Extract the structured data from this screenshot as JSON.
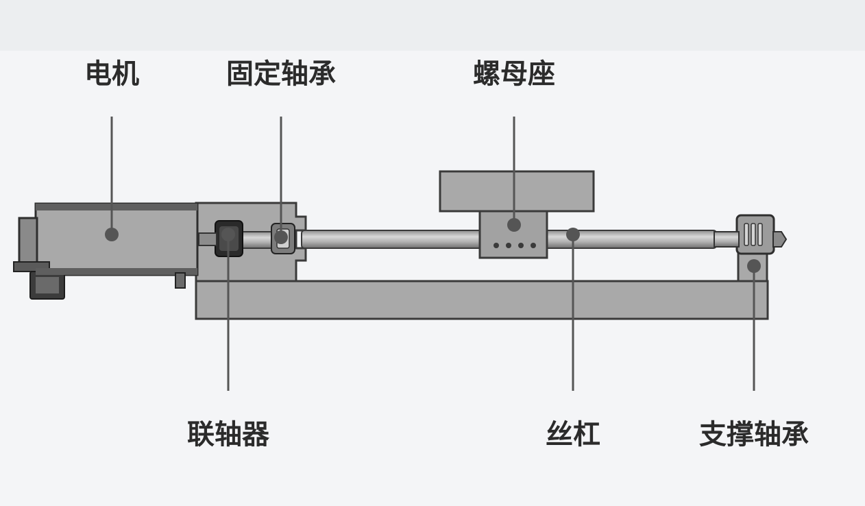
{
  "labels": {
    "motor": "电机",
    "fixed_bearing": "固定轴承",
    "nut_seat": "螺母座",
    "coupling": "联轴器",
    "lead_screw": "丝杠",
    "support_bearing": "支撑轴承"
  },
  "colors": {
    "background": "#f4f5f7",
    "body_fill": "#a9a9a9",
    "outline": "#3a3a3a",
    "leader": "#555555",
    "text": "#2b2b2b"
  }
}
